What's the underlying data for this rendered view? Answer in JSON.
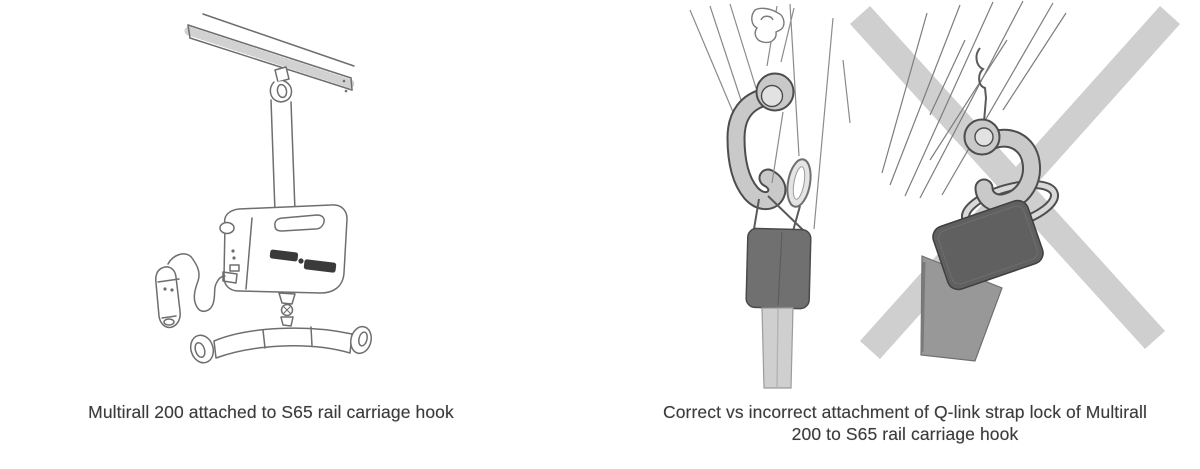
{
  "document": {
    "background_color": "#ffffff",
    "caption_color": "#3b3b3b"
  },
  "figure_left": {
    "caption": "Multirall 200 attached to S65 rail carriage hook",
    "illustration": "multirall-200-hanging-from-s65-rail-line-drawing",
    "parts": [
      "ceiling-rail",
      "rail-carriage",
      "lift-strap",
      "multirall-200-motor-unit",
      "multirall-logo",
      "hand-control",
      "coiled-cable",
      "sling-bar"
    ]
  },
  "figure_right": {
    "caption_line1": "Correct vs incorrect attachment of Q-link strap lock of Multirall",
    "caption_line2": "200 to S65 rail carriage hook",
    "left_panel": "correct-attachment-of-q-link-strap-lock",
    "right_panel": "incorrect-attachment-crossed-out-with-x",
    "colors": {
      "hook_gray": "#c9c9c9",
      "hook_outline": "#4d4d4d",
      "strap_lock_correct": "#707070",
      "strap_lock_incorrect": "#606060",
      "strap_correct": "#cfcfcf",
      "strap_incorrect": "#989898",
      "x_mark": "#cfcfcf",
      "line_art": "#6e6e6e"
    }
  }
}
